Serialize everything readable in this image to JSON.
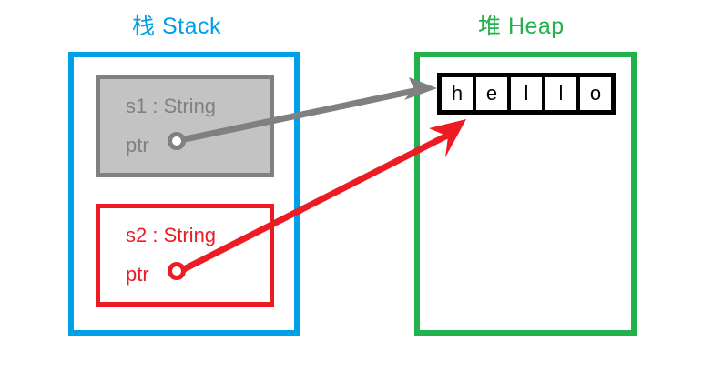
{
  "diagram": {
    "stack": {
      "title": "栈 Stack",
      "color": "#00a0e9",
      "variables": [
        {
          "name": "s1",
          "title": "s1 : String",
          "ptr_label": "ptr",
          "color": "#808080",
          "fill": "#c3c3c3",
          "state": "moved-out"
        },
        {
          "name": "s2",
          "title": "s2 : String",
          "ptr_label": "ptr",
          "color": "#ed1c24",
          "fill": "#ffffff",
          "state": "owner"
        }
      ]
    },
    "heap": {
      "title": "堆 Heap",
      "color": "#22b14c",
      "string_value": "hello",
      "cells": [
        "h",
        "e",
        "l",
        "l",
        "o"
      ],
      "cell_border_color": "#000000"
    },
    "arrows": [
      {
        "name": "s1-ptr-arrow",
        "from": "s1.ptr",
        "to": "heap.string",
        "color": "#808080"
      },
      {
        "name": "s2-ptr-arrow",
        "from": "s2.ptr",
        "to": "heap.string",
        "color": "#ed1c24"
      }
    ]
  }
}
